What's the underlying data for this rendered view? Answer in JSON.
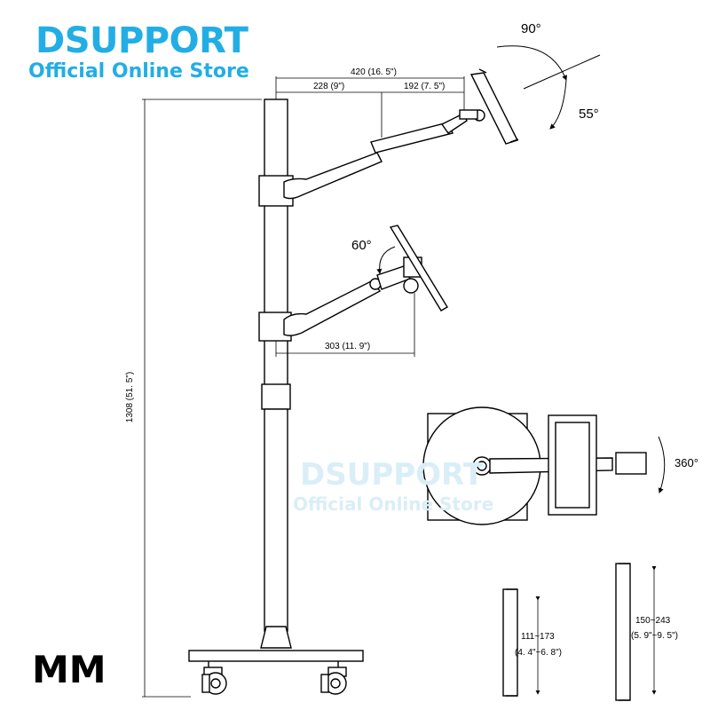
{
  "brand": {
    "title": "DSUPPORT",
    "subtitle": "Official Online Store",
    "color": "#22aee4"
  },
  "watermark": {
    "title": "DSUPPORT",
    "subtitle": "Official Online Store"
  },
  "model": "MM",
  "angles": {
    "upper_swing": "90°",
    "upper_tilt": "55°",
    "lower_tilt": "60°",
    "rotation": "360°"
  },
  "dimensions": {
    "total_reach": "420 (16. 5\")",
    "arm_segment_1": "228 (9\")",
    "arm_segment_2": "192 (7. 5\")",
    "lower_reach": "303 (11. 9\")",
    "height": "1308 (51. 5\")",
    "small_clamp_range": "111~173",
    "small_clamp_range_in": "(4. 4\"~6. 8\")",
    "large_clamp_range": "150~243",
    "large_clamp_range_in": "(5. 9\"~9. 5\")"
  }
}
